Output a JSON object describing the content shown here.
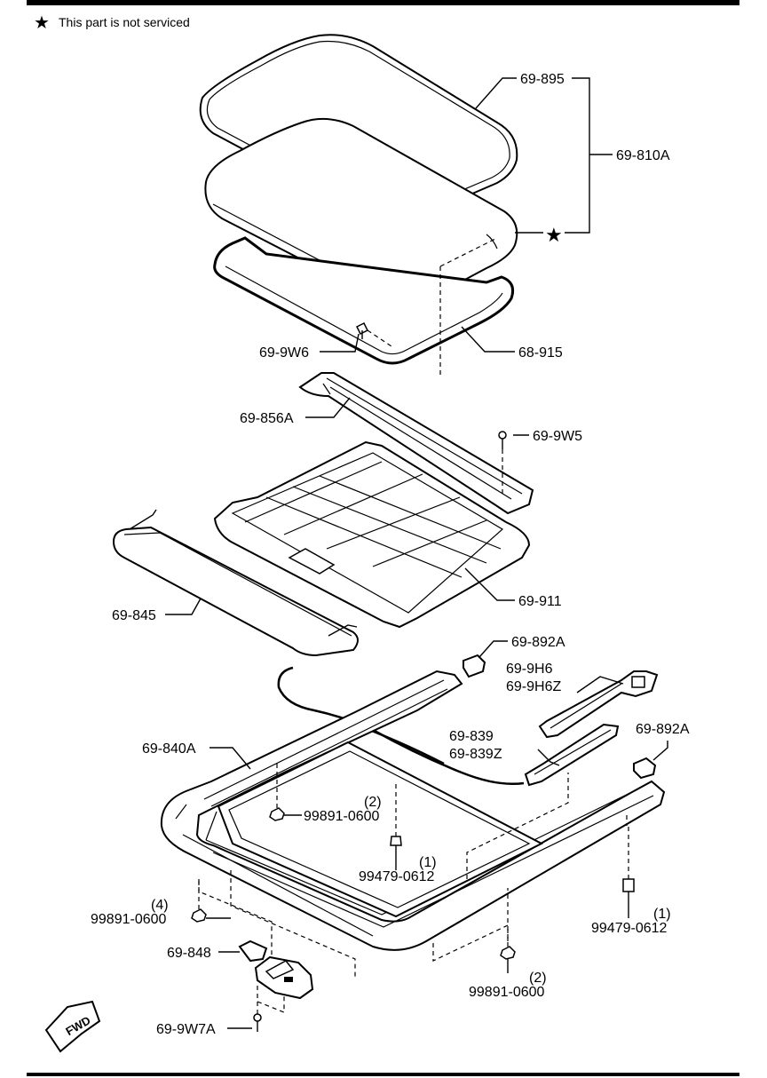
{
  "note": {
    "star": "★",
    "text": "This part is not serviced"
  },
  "labels": {
    "l_69_895": "69-895",
    "l_69_810A": "69-810A",
    "l_68_915": "68-915",
    "l_69_9W6": "69-9W6",
    "l_69_856A": "69-856A",
    "l_69_9W5": "69-9W5",
    "l_69_911": "69-911",
    "l_69_845": "69-845",
    "l_69_892A_a": "69-892A",
    "l_69_9H6": "69-9H6",
    "l_69_9H6Z": "69-9H6Z",
    "l_69_839": "69-839",
    "l_69_839Z": "69-839Z",
    "l_69_892A_b": "69-892A",
    "l_69_840A": "69-840A",
    "l_q2a": "(2)",
    "l_99891_0600_a": "99891-0600",
    "l_q1a": "(1)",
    "l_99479_0612_a": "99479-0612",
    "l_q4": "(4)",
    "l_99891_0600_b": "99891-0600",
    "l_q1b": "(1)",
    "l_99479_0612_b": "99479-0612",
    "l_69_848": "69-848",
    "l_q2b": "(2)",
    "l_99891_0600_c": "99891-0600",
    "l_69_9W7A": "69-9W7A",
    "fwd": "FWD"
  }
}
